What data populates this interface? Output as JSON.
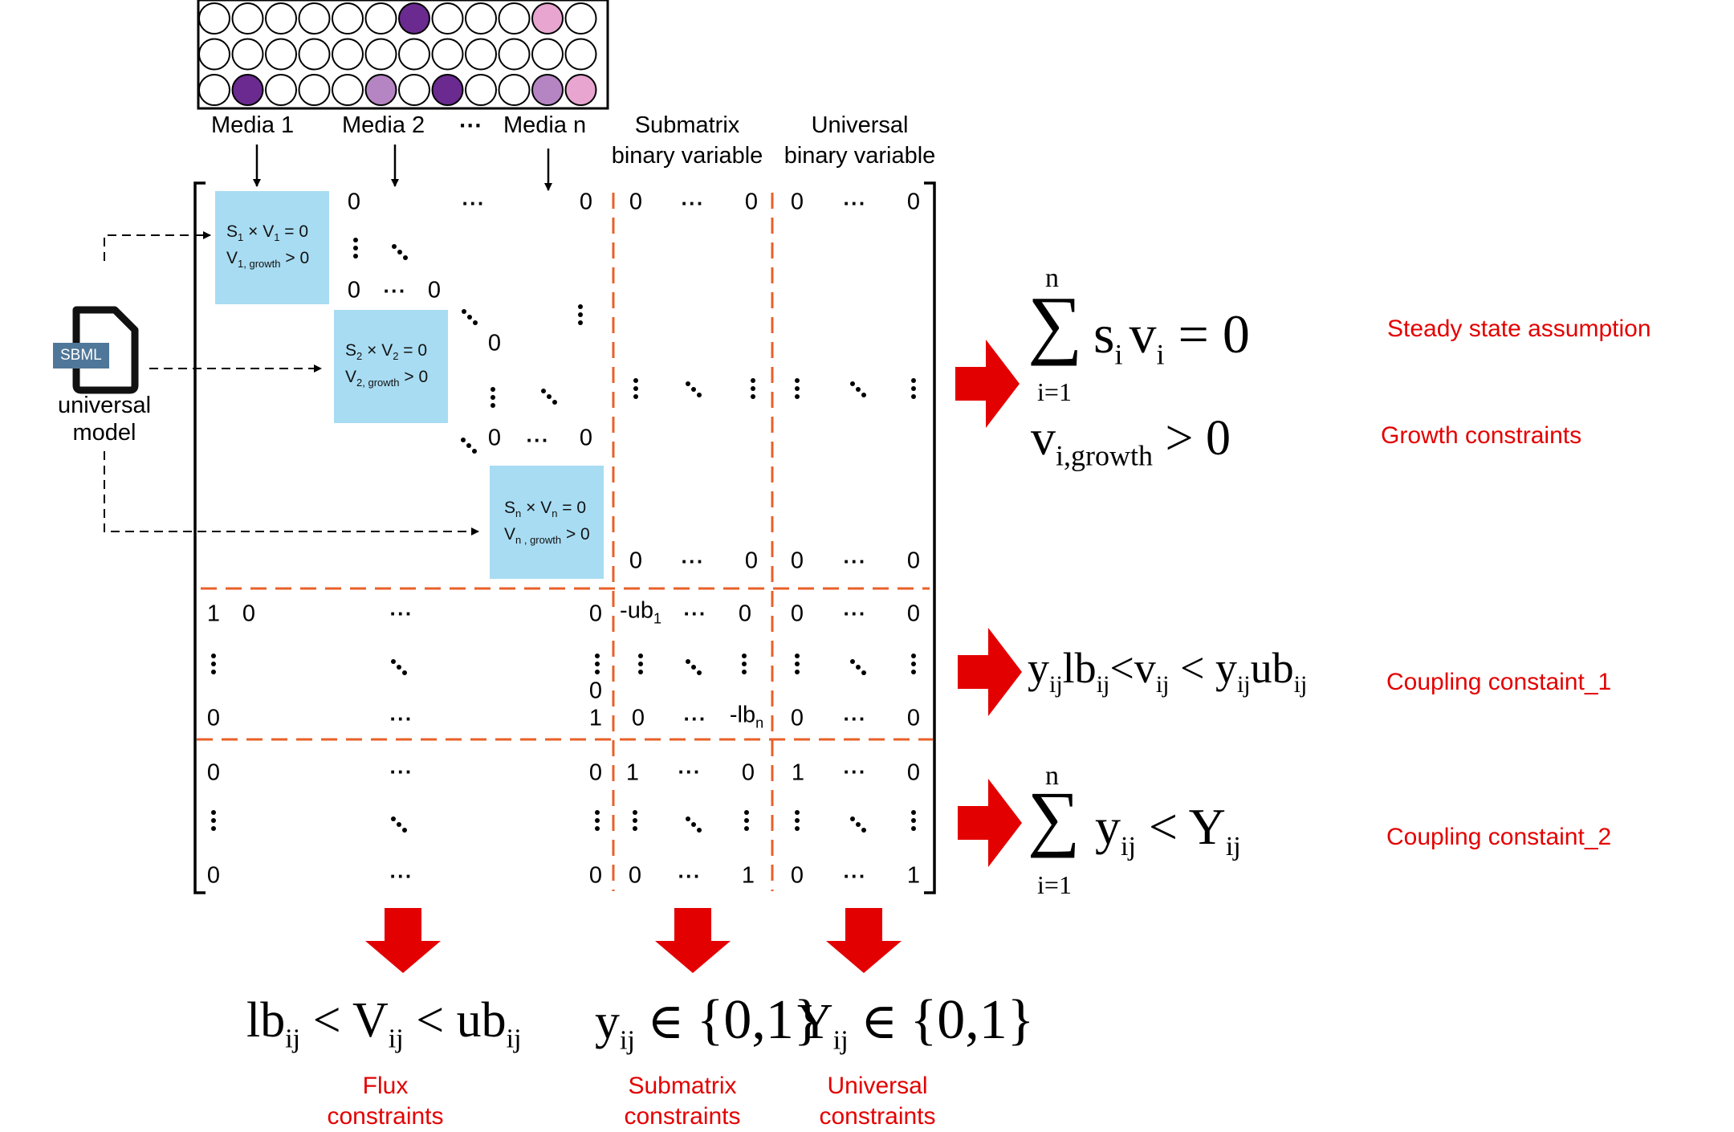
{
  "wells": {
    "rows": [
      [
        "",
        "",
        "",
        "",
        "",
        "",
        "dark",
        "",
        "",
        "",
        "pink",
        ""
      ],
      [
        "",
        "",
        "",
        "",
        "",
        "",
        "",
        "",
        "",
        "",
        "",
        ""
      ],
      [
        "",
        "dark",
        "",
        "",
        "",
        "light",
        "",
        "dark",
        "",
        "",
        "light",
        "pink"
      ]
    ],
    "colors": {
      "dark": "#6a2a8f",
      "light": "#b584c2",
      "pink": "#e7a5cf"
    }
  },
  "media": {
    "m1": "Media 1",
    "m2": "Media 2",
    "ellipsis": "···",
    "mn": "Media n"
  },
  "headers": {
    "submatrix_1": "Submatrix",
    "submatrix_2": "binary variable",
    "universal_1": "Universal",
    "universal_2": "binary variable"
  },
  "model": {
    "badge": "SBML",
    "line1": "universal",
    "line2": "model"
  },
  "blocks": {
    "b1": {
      "s": "S",
      "s_sub": "1",
      "v": "V",
      "v_sub": "1",
      "eq": "= 0",
      "g": "V",
      "g_sub": "1, growth",
      "gt": "> 0"
    },
    "b2": {
      "s": "S",
      "s_sub": "2",
      "v": "V",
      "v_sub": "2",
      "eq": "= 0",
      "g": "V",
      "g_sub": "2, growth",
      "gt": "> 0"
    },
    "bn": {
      "s": "S",
      "s_sub": "n",
      "v": "V",
      "v_sub": "n",
      "eq": "= 0",
      "g": "V",
      "g_sub": "n , growth",
      "gt": "> 0"
    },
    "times": "×"
  },
  "cells": {
    "zero": "0",
    "one": "1",
    "dots": "···",
    "ub": "-ub",
    "ub_sub": "1",
    "lb": "-lb",
    "lb_sub": "n"
  },
  "equations": {
    "steady": {
      "sum": "∑",
      "top": "n",
      "bottom": "i=1",
      "s": "s",
      "s_sub": "i",
      "v": "v",
      "v_sub": "i",
      "rhs": "= 0"
    },
    "growth": {
      "v": "v",
      "sub": "i,growth",
      "rhs": "> 0"
    },
    "coupling1": {
      "y": "y",
      "ij": "ij",
      "lb": "lb",
      "lt": "<",
      "v": "v",
      "lt2": " < ",
      "ub": "ub"
    },
    "coupling2": {
      "sum": "∑",
      "top": "n",
      "bottom": "i=1",
      "y": "y",
      "ij": "ij",
      "lt": " < ",
      "Y": "Y"
    },
    "flux": {
      "lb": "lb",
      "ij": "ij",
      "lt": " < ",
      "V": "V",
      "ub": "ub"
    },
    "sub": {
      "y": "y",
      "ij": "ij",
      "in": " ∈ ",
      "set": "{0,1}"
    },
    "uni": {
      "Y": "Y",
      "ij": "ij",
      "in": " ∈ ",
      "set": "{0,1}"
    }
  },
  "labels": {
    "steady": "Steady state assumption",
    "growth": "Growth constraints",
    "coupling1": "Coupling constaint_1",
    "coupling2": "Coupling constaint_2",
    "flux_1": "Flux",
    "flux_2": "constraints",
    "submatrix_1": "Submatrix",
    "submatrix_2": "constraints",
    "universal_1": "Universal",
    "universal_2": "constraints"
  },
  "colors": {
    "accent_red": "#e30000",
    "dash_orange": "#e8602a",
    "block_blue": "#a8dcf2",
    "sbml_blue": "#4f7799"
  }
}
